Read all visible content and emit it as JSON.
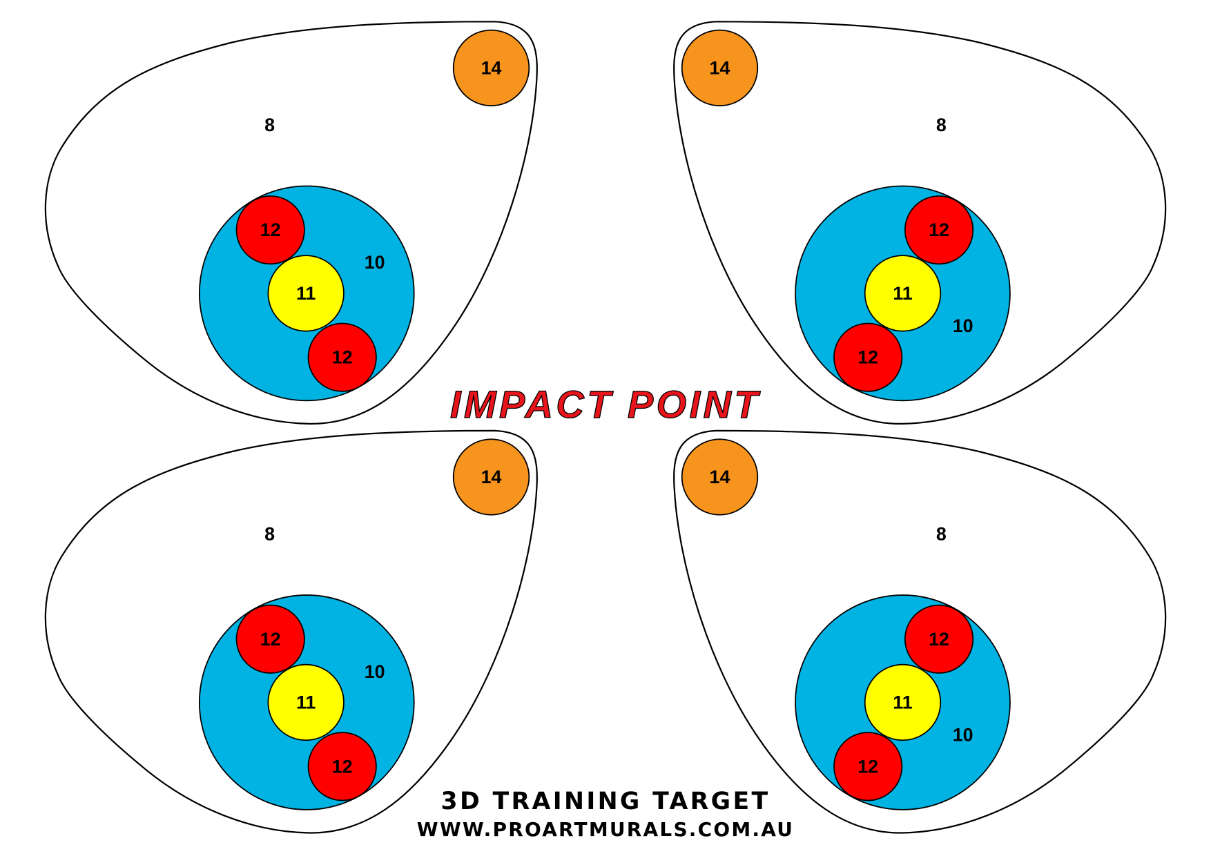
{
  "logo": "IMPACT POINT",
  "footer": {
    "title": "3D TRAINING TARGET",
    "url": "WWW.PROARTMURALS.COM.AU"
  },
  "colors": {
    "outer": "#ffffff",
    "blue": "#00b3e3",
    "red": "#ff0000",
    "yellow": "#ffff00",
    "orange": "#f7941d",
    "logo": "#e8141b"
  },
  "targets": [
    {
      "position": "top-left",
      "outer": "8",
      "spot": "14",
      "blue": "10",
      "center": "11",
      "red_a": "12",
      "red_b": "12"
    },
    {
      "position": "top-right",
      "outer": "8",
      "spot": "14",
      "blue": "10",
      "center": "11",
      "red_a": "12",
      "red_b": "12"
    },
    {
      "position": "bottom-left",
      "outer": "8",
      "spot": "14",
      "blue": "10",
      "center": "11",
      "red_a": "12",
      "red_b": "12"
    },
    {
      "position": "bottom-right",
      "outer": "8",
      "spot": "14",
      "blue": "10",
      "center": "11",
      "red_a": "12",
      "red_b": "12"
    }
  ]
}
